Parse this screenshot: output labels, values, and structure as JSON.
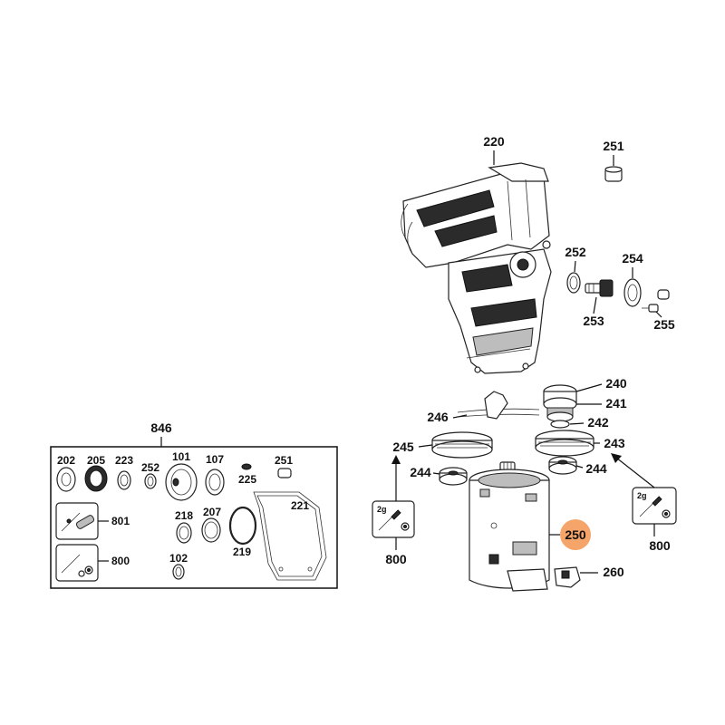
{
  "labels": {
    "p220": "220",
    "p251_top": "251",
    "p252_top": "252",
    "p254": "254",
    "p253": "253",
    "p255": "255",
    "p240": "240",
    "p241": "241",
    "p246": "246",
    "p242": "242",
    "p245": "245",
    "p243": "243",
    "p244_left": "244",
    "p244_right": "244",
    "p250": "250",
    "p260": "260",
    "p800_left": "800",
    "p800_right": "800",
    "grease_left": "2g",
    "grease_right": "2g",
    "kit": "846",
    "k202": "202",
    "k205": "205",
    "k223": "223",
    "k252": "252",
    "k101": "101",
    "k107": "107",
    "k251": "251",
    "k225": "225",
    "k221": "221",
    "k801": "801",
    "k218": "218",
    "k207": "207",
    "k219": "219",
    "k800": "800",
    "k102": "102"
  },
  "highlight": {
    "part": "250",
    "color": "#f5a46a"
  }
}
